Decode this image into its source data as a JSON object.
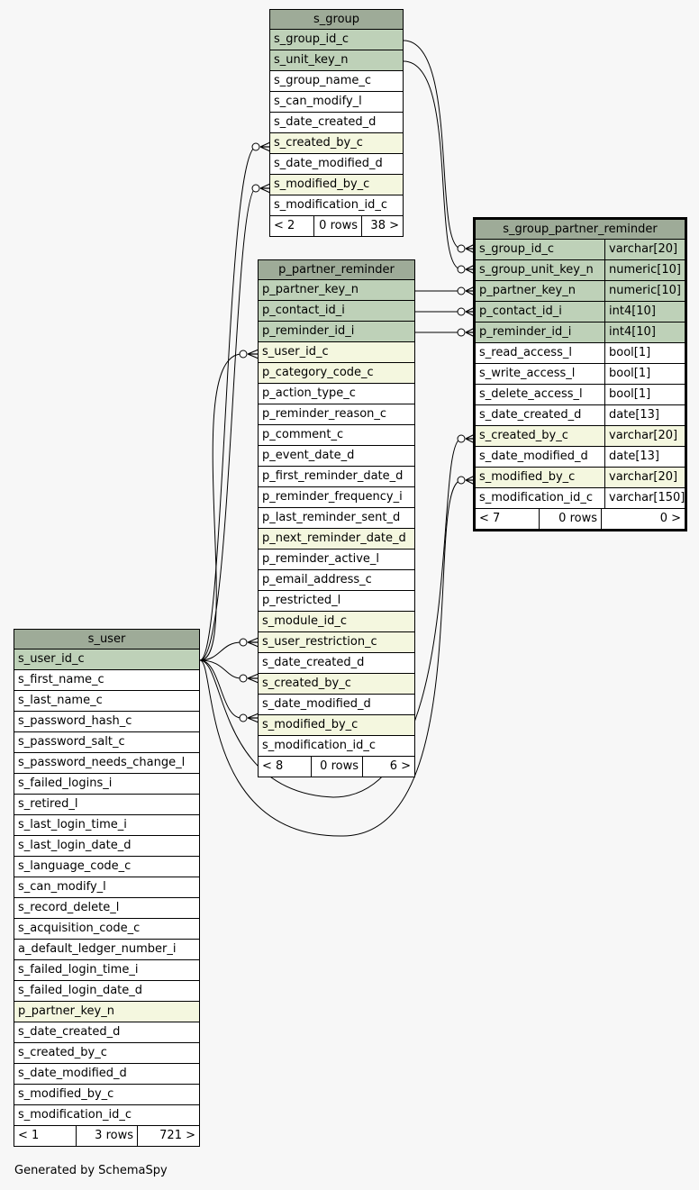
{
  "tables": {
    "s_group": {
      "name": "s_group",
      "columns": [
        {
          "name": "s_group_id_c",
          "kind": "pk"
        },
        {
          "name": "s_unit_key_n",
          "kind": "pk"
        },
        {
          "name": "s_group_name_c",
          "kind": "plain"
        },
        {
          "name": "s_can_modify_l",
          "kind": "plain"
        },
        {
          "name": "s_date_created_d",
          "kind": "plain"
        },
        {
          "name": "s_created_by_c",
          "kind": "fk"
        },
        {
          "name": "s_date_modified_d",
          "kind": "plain"
        },
        {
          "name": "s_modified_by_c",
          "kind": "fk"
        },
        {
          "name": "s_modification_id_c",
          "kind": "plain"
        }
      ],
      "footer": {
        "left": "< 2",
        "middle": "0 rows",
        "right": "38 >"
      }
    },
    "p_partner_reminder": {
      "name": "p_partner_reminder",
      "columns": [
        {
          "name": "p_partner_key_n",
          "kind": "pk"
        },
        {
          "name": "p_contact_id_i",
          "kind": "pk"
        },
        {
          "name": "p_reminder_id_i",
          "kind": "pk"
        },
        {
          "name": "s_user_id_c",
          "kind": "fk"
        },
        {
          "name": "p_category_code_c",
          "kind": "fk"
        },
        {
          "name": "p_action_type_c",
          "kind": "plain"
        },
        {
          "name": "p_reminder_reason_c",
          "kind": "plain"
        },
        {
          "name": "p_comment_c",
          "kind": "plain"
        },
        {
          "name": "p_event_date_d",
          "kind": "plain"
        },
        {
          "name": "p_first_reminder_date_d",
          "kind": "plain"
        },
        {
          "name": "p_reminder_frequency_i",
          "kind": "plain"
        },
        {
          "name": "p_last_reminder_sent_d",
          "kind": "plain"
        },
        {
          "name": "p_next_reminder_date_d",
          "kind": "fk"
        },
        {
          "name": "p_reminder_active_l",
          "kind": "plain"
        },
        {
          "name": "p_email_address_c",
          "kind": "plain"
        },
        {
          "name": "p_restricted_l",
          "kind": "plain"
        },
        {
          "name": "s_module_id_c",
          "kind": "fk"
        },
        {
          "name": "s_user_restriction_c",
          "kind": "fk"
        },
        {
          "name": "s_date_created_d",
          "kind": "plain"
        },
        {
          "name": "s_created_by_c",
          "kind": "fk"
        },
        {
          "name": "s_date_modified_d",
          "kind": "plain"
        },
        {
          "name": "s_modified_by_c",
          "kind": "fk"
        },
        {
          "name": "s_modification_id_c",
          "kind": "plain"
        }
      ],
      "footer": {
        "left": "< 8",
        "middle": "0 rows",
        "right": "6 >"
      }
    },
    "s_group_partner_reminder": {
      "name": "s_group_partner_reminder",
      "columns": [
        {
          "name": "s_group_id_c",
          "type": "varchar[20]",
          "kind": "pk"
        },
        {
          "name": "s_group_unit_key_n",
          "type": "numeric[10]",
          "kind": "pk"
        },
        {
          "name": "p_partner_key_n",
          "type": "numeric[10]",
          "kind": "pk"
        },
        {
          "name": "p_contact_id_i",
          "type": "int4[10]",
          "kind": "pk"
        },
        {
          "name": "p_reminder_id_i",
          "type": "int4[10]",
          "kind": "pk"
        },
        {
          "name": "s_read_access_l",
          "type": "bool[1]",
          "kind": "plain"
        },
        {
          "name": "s_write_access_l",
          "type": "bool[1]",
          "kind": "plain"
        },
        {
          "name": "s_delete_access_l",
          "type": "bool[1]",
          "kind": "plain"
        },
        {
          "name": "s_date_created_d",
          "type": "date[13]",
          "kind": "plain"
        },
        {
          "name": "s_created_by_c",
          "type": "varchar[20]",
          "kind": "fk"
        },
        {
          "name": "s_date_modified_d",
          "type": "date[13]",
          "kind": "plain"
        },
        {
          "name": "s_modified_by_c",
          "type": "varchar[20]",
          "kind": "fk"
        },
        {
          "name": "s_modification_id_c",
          "type": "varchar[150]",
          "kind": "plain"
        }
      ],
      "footer": {
        "left": "< 7",
        "middle": "0 rows",
        "right": "0 >"
      }
    },
    "s_user": {
      "name": "s_user",
      "columns": [
        {
          "name": "s_user_id_c",
          "kind": "pk"
        },
        {
          "name": "s_first_name_c",
          "kind": "plain"
        },
        {
          "name": "s_last_name_c",
          "kind": "plain"
        },
        {
          "name": "s_password_hash_c",
          "kind": "plain"
        },
        {
          "name": "s_password_salt_c",
          "kind": "plain"
        },
        {
          "name": "s_password_needs_change_l",
          "kind": "plain"
        },
        {
          "name": "s_failed_logins_i",
          "kind": "plain"
        },
        {
          "name": "s_retired_l",
          "kind": "plain"
        },
        {
          "name": "s_last_login_time_i",
          "kind": "plain"
        },
        {
          "name": "s_last_login_date_d",
          "kind": "plain"
        },
        {
          "name": "s_language_code_c",
          "kind": "plain"
        },
        {
          "name": "s_can_modify_l",
          "kind": "plain"
        },
        {
          "name": "s_record_delete_l",
          "kind": "plain"
        },
        {
          "name": "s_acquisition_code_c",
          "kind": "plain"
        },
        {
          "name": "a_default_ledger_number_i",
          "kind": "plain"
        },
        {
          "name": "s_failed_login_time_i",
          "kind": "plain"
        },
        {
          "name": "s_failed_login_date_d",
          "kind": "plain"
        },
        {
          "name": "p_partner_key_n",
          "kind": "fk"
        },
        {
          "name": "s_date_created_d",
          "kind": "plain"
        },
        {
          "name": "s_created_by_c",
          "kind": "plain"
        },
        {
          "name": "s_date_modified_d",
          "kind": "plain"
        },
        {
          "name": "s_modified_by_c",
          "kind": "plain"
        },
        {
          "name": "s_modification_id_c",
          "kind": "plain"
        }
      ],
      "footer": {
        "left": "< 1",
        "middle": "3 rows",
        "right": "721 >"
      }
    }
  },
  "footer_text": "Generated by SchemaSpy",
  "colors": {
    "title_bg": "#9eab98",
    "pk_bg": "#bed1b8",
    "fk_bg": "#f4f7df",
    "plain_bg": "#ffffff",
    "page_bg": "#f7f7f7"
  }
}
